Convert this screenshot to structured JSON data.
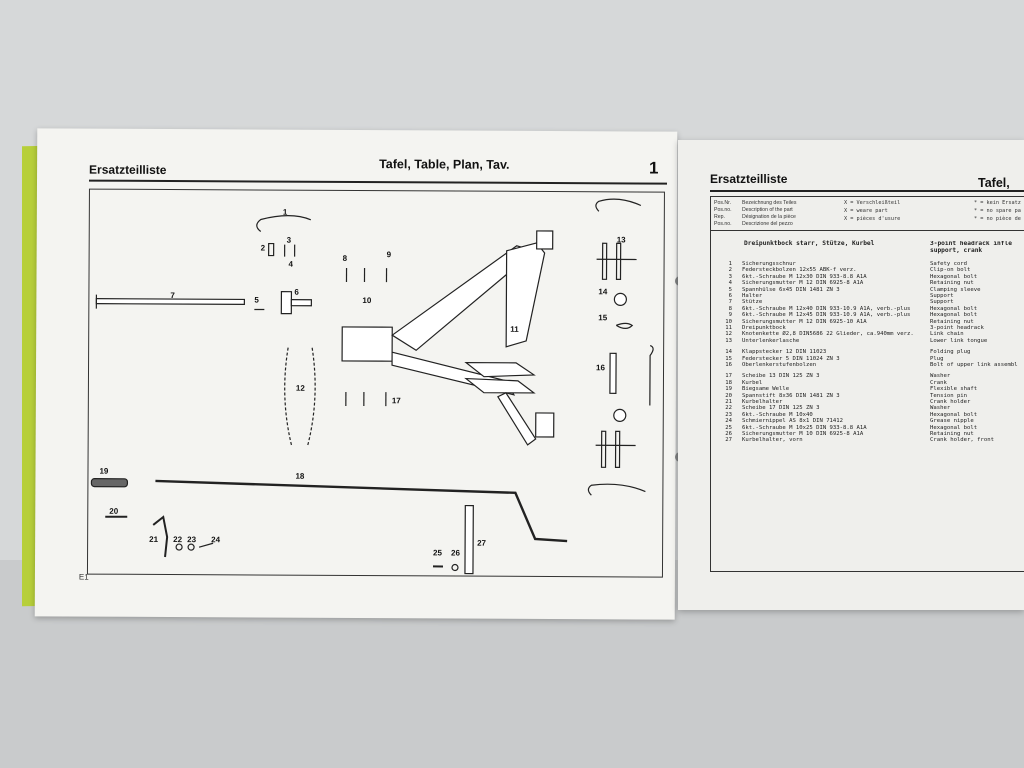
{
  "left_page": {
    "header_title": "Ersatzteilliste",
    "header_tafel": "Tafel, Table, Plan, Tav.",
    "page_number": "1",
    "footer_mark": "E1",
    "part_labels": [
      "1",
      "2",
      "3",
      "4",
      "5",
      "6",
      "7",
      "8",
      "9",
      "10",
      "11",
      "12",
      "13",
      "14",
      "15",
      "16",
      "17",
      "18",
      "19",
      "20",
      "21",
      "22",
      "23",
      "24",
      "25",
      "26",
      "27"
    ]
  },
  "right_page": {
    "header_title": "Ersatzteilliste",
    "header_tafel": "Tafel,",
    "col_pos": [
      "Pos.Nr.",
      "Pos.no.",
      "Rep.",
      "Pos.no."
    ],
    "col_desc": [
      "Bezeichnung des Teiles",
      "Description of the part",
      "Désignation de la pièce",
      "Descrizione del pezzo"
    ],
    "legend_x": [
      "X = Verschleißteil",
      "X = weare part",
      "X = pièces d'usure"
    ],
    "legend_star": [
      "* = kein Ersatz",
      "* = no spare pa",
      "* = no pièce de"
    ],
    "group_de": "Dreipunktbock starr, Stütze, Kurbel",
    "group_en": "3-point headrack infle support, crank",
    "rows": [
      {
        "pos": "1",
        "de": "Sicherungsschnur",
        "en": "Safety cord"
      },
      {
        "pos": "2",
        "de": "Federsteckbolzen 12x55 ABK-f verz.",
        "en": "Clip-on bolt"
      },
      {
        "pos": "3",
        "de": "6kt.-Schraube M 12x30 DIN 933-8.8 A1A",
        "en": "Hexagonal bolt"
      },
      {
        "pos": "4",
        "de": "Sicherungsmutter M 12 DIN 6925-8 A1A",
        "en": "Retaining nut"
      },
      {
        "pos": "5",
        "de": "Spannhülse 6x45 DIN 1481 ZN 3",
        "en": "Clamping sleeve"
      },
      {
        "pos": "6",
        "de": "Halter",
        "en": "Support"
      },
      {
        "pos": "7",
        "de": "Stütze",
        "en": "Support"
      },
      {
        "pos": "8",
        "de": "6kt.-Schraube M 12x40 DIN 933-10.9 A1A, verb.-plus",
        "en": "Hexagonal bolt"
      },
      {
        "pos": "9",
        "de": "6kt.-Schraube M 12x45 DIN 933-10.9 A1A, verb.-plus",
        "en": "Hexagonal bolt"
      },
      {
        "pos": "10",
        "de": "Sicherungsmutter M 12 DIN 6925-10 A1A",
        "en": "Retaining nut"
      },
      {
        "pos": "11",
        "de": "Dreipunktbock",
        "en": "3-point headrack"
      },
      {
        "pos": "12",
        "de": "Knotenkette Ø2,8 DIN5686 22 Glieder, ca.940mm verz.",
        "en": "Link chain"
      },
      {
        "pos": "13",
        "de": "Unterlenkerlasche",
        "en": "Lower link tongue"
      },
      {
        "pos": "14",
        "de": "Klappstecker 12 DIN 11023",
        "en": "Folding plug"
      },
      {
        "pos": "15",
        "de": "Federstecker 5 DIN 11024 ZN 3",
        "en": "Plug"
      },
      {
        "pos": "16",
        "de": "Oberlenkerstufenbolzen",
        "en": "Bolt of upper link assembl"
      },
      {
        "pos": "17",
        "de": "Scheibe 13 DIN 125 ZN 3",
        "en": "Washer"
      },
      {
        "pos": "18",
        "de": "Kurbel",
        "en": "Crank"
      },
      {
        "pos": "19",
        "de": "Biegsame Welle",
        "en": "Flexible shaft"
      },
      {
        "pos": "20",
        "de": "Spannstift 8x36 DIN 1481 ZN 3",
        "en": "Tension pin"
      },
      {
        "pos": "21",
        "de": "Kurbelhalter",
        "en": "Crank holder"
      },
      {
        "pos": "22",
        "de": "Scheibe 17 DIN 125 ZN 3",
        "en": "Washer"
      },
      {
        "pos": "23",
        "de": "6kt.-Schraube M 10x40",
        "en": "Hexagonal bolt"
      },
      {
        "pos": "24",
        "de": "Schmiernippel AS 8x1 DIN 71412",
        "en": "Grease nipple"
      },
      {
        "pos": "25",
        "de": "6kt.-Schraube M 10x25 DIN 933-8.8 A1A",
        "en": "Hexagonal bolt"
      },
      {
        "pos": "26",
        "de": "Sicherungsmutter M 10 DIN 6925-8 A1A",
        "en": "Retaining nut"
      },
      {
        "pos": "27",
        "de": "Kurbelhalter, vorn",
        "en": "Crank holder, front"
      }
    ]
  }
}
